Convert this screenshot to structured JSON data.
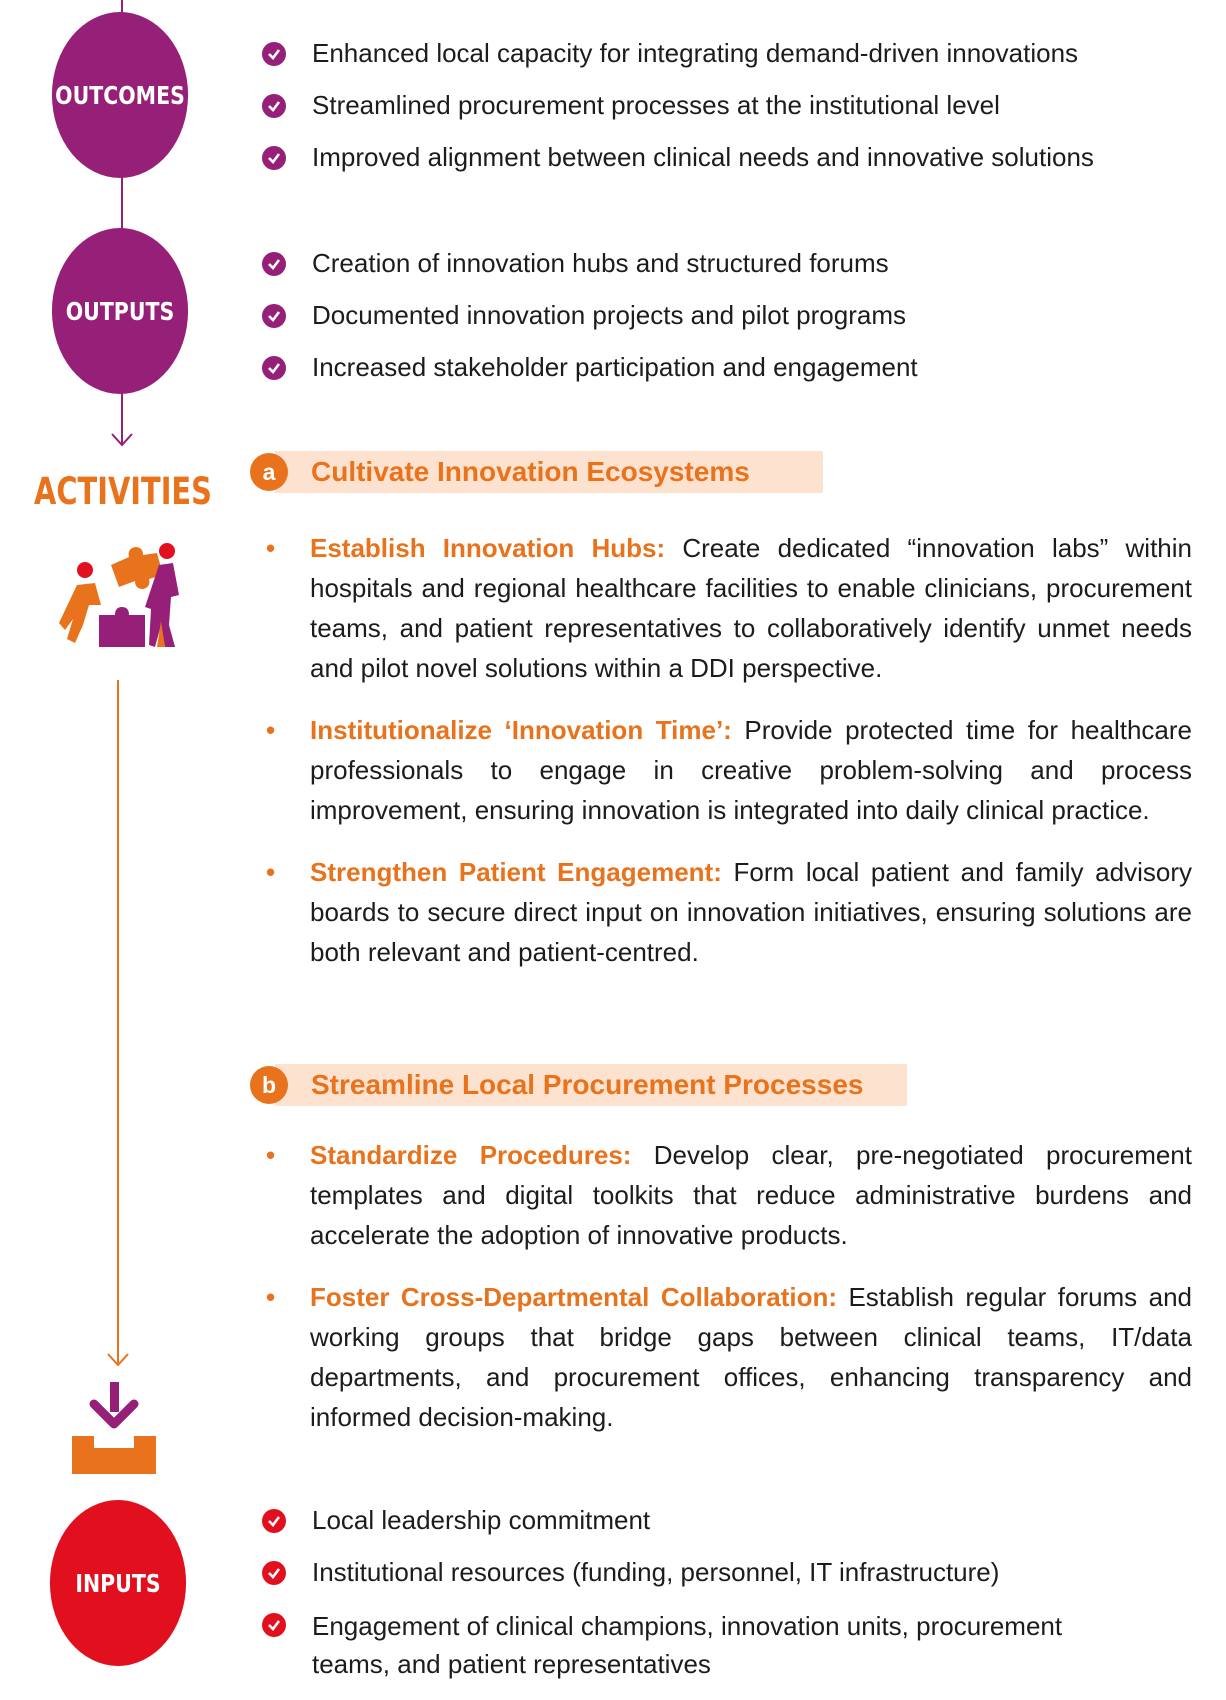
{
  "colors": {
    "outcomes": "#962077",
    "outputs": "#962077",
    "activities": "#e8731c",
    "inputs": "#e2101e",
    "section_bg": "#fde3cf"
  },
  "outcomes": {
    "label": "OUTCOMES",
    "items": [
      "Enhanced local capacity for integrating demand-driven innovations",
      "Streamlined procurement processes at the institutional level",
      "Improved alignment between clinical needs and innovative solutions"
    ]
  },
  "outputs": {
    "label": "OUTPUTS",
    "items": [
      "Creation of innovation hubs and structured forums",
      "Documented innovation projects and pilot programs",
      "Increased stakeholder participation and engagement"
    ]
  },
  "activities": {
    "label": "ACTIVITIES",
    "icon": "puzzle-team-icon",
    "sections": [
      {
        "badge": "a",
        "title": "Cultivate Innovation Ecosystems",
        "items": [
          {
            "lead": "Establish Innovation Hubs:",
            "text": " Create dedicated “innovation labs” within hospitals and regional healthcare facilities to enable clinicians, procurement teams, and patient representatives to collaboratively identify unmet needs and pilot novel solutions within a DDI perspective."
          },
          {
            "lead": "Institutionalize ‘Innovation Time’:",
            "text": " Provide protected time for healthcare professionals to engage in creative problem-solving and process improvement, ensuring innovation is integrated into daily clinical practice."
          },
          {
            "lead": "Strengthen Patient Engagement:",
            "text": " Form local patient and family advisory boards to secure direct input on innovation initiatives, ensuring solutions are both relevant and patient-centred."
          }
        ]
      },
      {
        "badge": "b",
        "title": "Streamline Local Procurement Processes",
        "items": [
          {
            "lead": "Standardize Procedures:",
            "text": " Develop clear, pre-negotiated procurement templates and digital toolkits that reduce administrative burdens and accelerate the adoption of innovative products."
          },
          {
            "lead": "Foster Cross-Departmental Collaboration:",
            "text": " Establish regular forums and working groups that bridge gaps between clinical teams, IT/data departments, and procurement offices, enhancing transparency and informed decision-making."
          }
        ]
      }
    ]
  },
  "inputs": {
    "label": "INPUTS",
    "icon": "inbox-download-icon",
    "items": [
      "Local leadership commitment",
      "Institutional resources (funding, personnel, IT infrastructure)",
      "Engagement of clinical champions, innovation units, procurement teams, and patient representatives"
    ]
  }
}
